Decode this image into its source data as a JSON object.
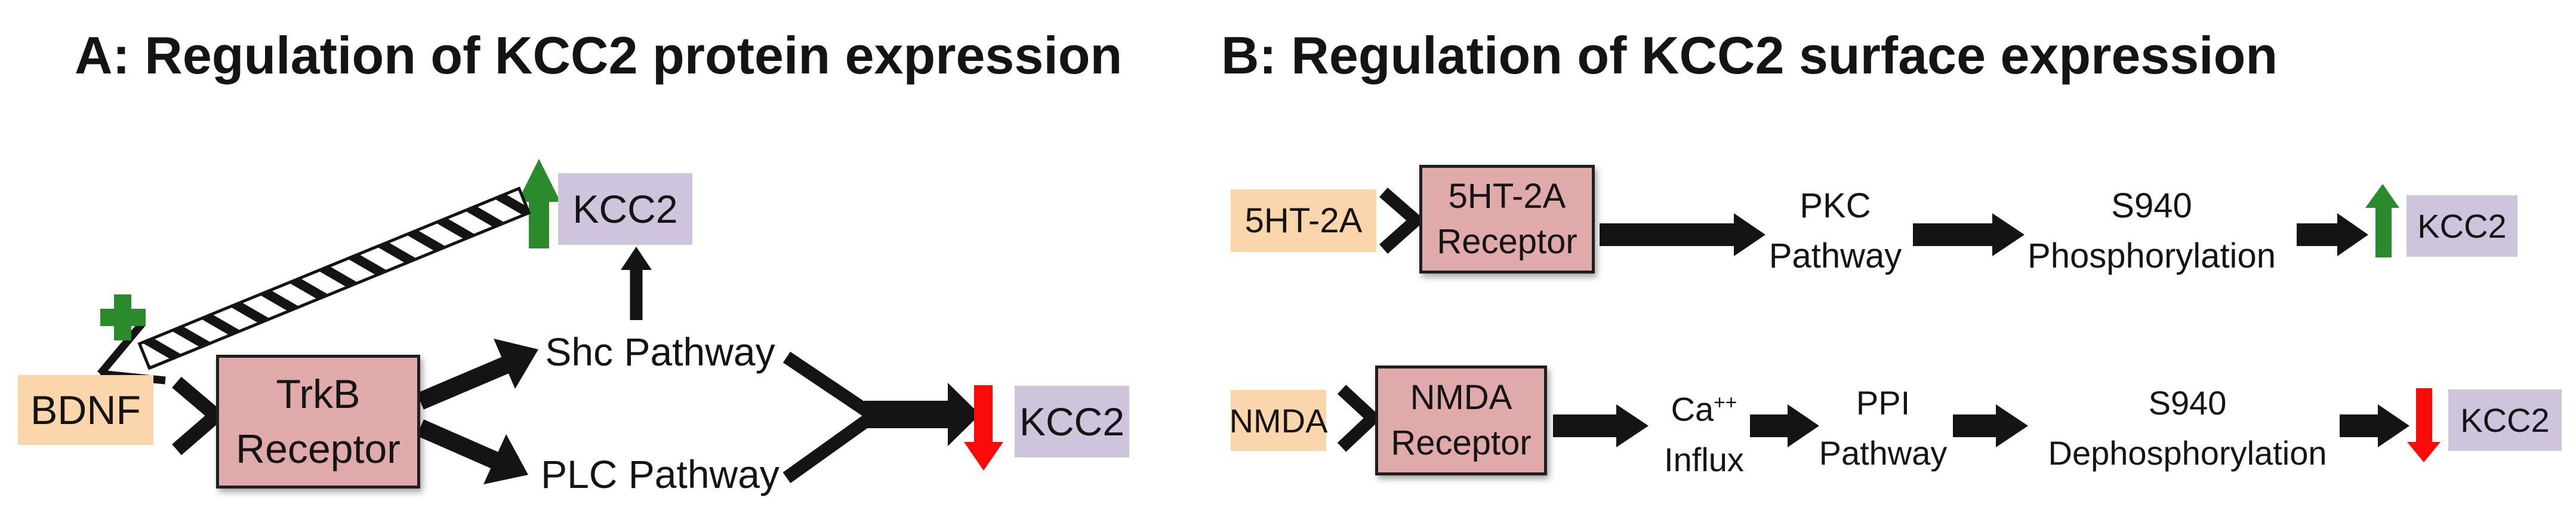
{
  "colors": {
    "peach": "#FBD5AC",
    "pink": "#E0AAAA",
    "lavender": "#CEC5DC",
    "green": "#2B8A2B",
    "red": "#FB0A0A",
    "ink": "#141414"
  },
  "icons": {
    "plus_icon": "plus sign (positive feedback)",
    "green_up_arrow": "increase arrow",
    "red_down_arrow": "decrease arrow",
    "hatched_arrow": "hatched positive-feedback arrow",
    "chevron": "ligand-binds-receptor chevron",
    "black_arrow": "pathway flow arrow"
  },
  "panel_a": {
    "title": "A: Regulation of KCC2 protein expression",
    "bdnf": "BDNF",
    "trkb": {
      "line1": "TrkB",
      "line2": "Receptor"
    },
    "kcc2_upper": "KCC2",
    "shc_pathway": "Shc Pathway",
    "plc_pathway": "PLC Pathway",
    "kcc2_result": "KCC2"
  },
  "panel_b": {
    "title": "B: Regulation of KCC2 surface expression",
    "row1": {
      "ligand": "5HT-2A",
      "receptor_line1": "5HT-2A",
      "receptor_line2": "Receptor",
      "step_pkc_line1": "PKC",
      "step_pkc_line2": "Pathway",
      "step_s940_line1": "S940",
      "step_s940_line2": "Phosphorylation",
      "kcc2": "KCC2"
    },
    "row2": {
      "ligand": "NMDA",
      "receptor_line1": "NMDA",
      "receptor_line2": "Receptor",
      "ca_base": "Ca",
      "ca_sup": "++",
      "ca_line2": "Influx",
      "ppi_line1": "PPI",
      "ppi_line2": "Pathway",
      "s940_line1": "S940",
      "s940_line2": "Dephosphorylation",
      "kcc2": "KCC2"
    }
  }
}
